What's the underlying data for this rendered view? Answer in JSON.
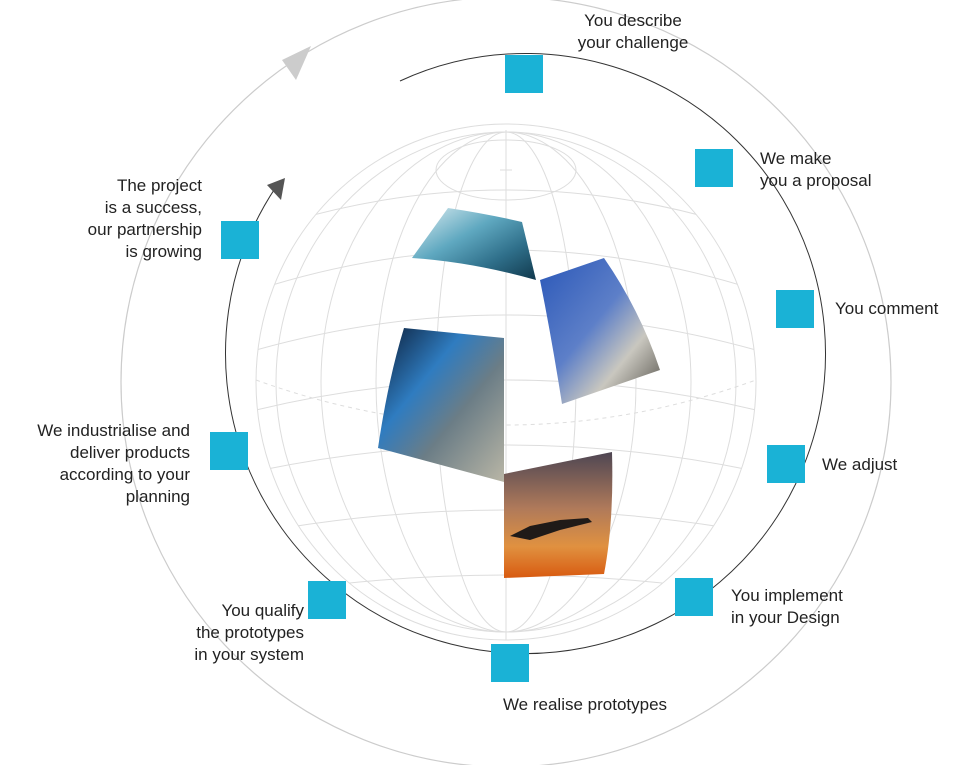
{
  "colors": {
    "step_marker": "#1ab2d6",
    "inner_ring": "#333333",
    "outer_ring": "#cccccc",
    "globe_grid": "#dddddd",
    "text": "#222222"
  },
  "steps": [
    {
      "label": "You describe\nyour challenge"
    },
    {
      "label": "We make\nyou a proposal"
    },
    {
      "label": "You comment"
    },
    {
      "label": "We adjust"
    },
    {
      "label": "You implement\nin your Design"
    },
    {
      "label": "We realise prototypes"
    },
    {
      "label": "You qualify\nthe prototypes\nin your system"
    },
    {
      "label": "We industrialise and\ndeliver products\naccording to your\nplanning"
    },
    {
      "label": "The project\nis a success,\nour partnership\nis growing"
    }
  ],
  "globe_images": [
    {
      "subject": "ocean-wave-photo"
    },
    {
      "subject": "satellite-dish-photo"
    },
    {
      "subject": "satellite-over-earth-photo"
    },
    {
      "subject": "fighter-jet-sunset-photo"
    }
  ]
}
